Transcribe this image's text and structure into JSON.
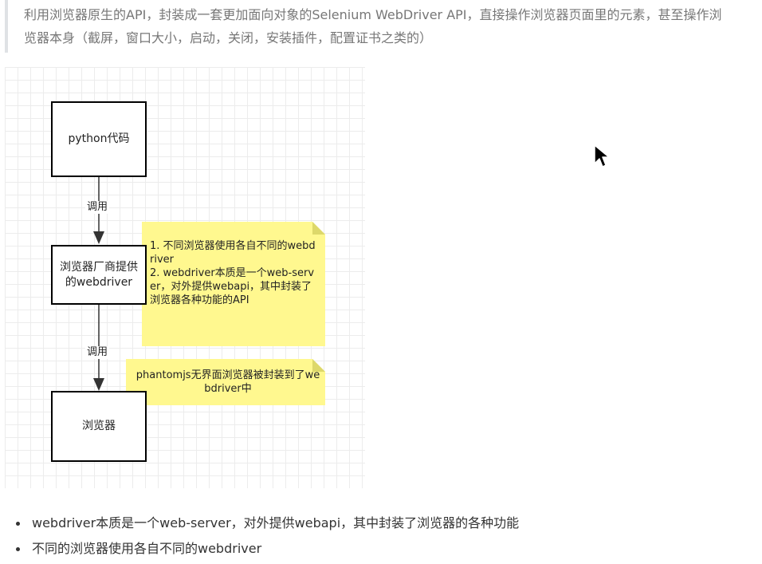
{
  "quote": {
    "text": "利用浏览器原生的API，封装成一套更加面向对象的Selenium WebDriver API，直接操作浏览器页面里的元素，甚至操作浏览器本身（截屏，窗口大小，启动，关闭，安装插件，配置证书之类的）"
  },
  "diagram": {
    "nodes": {
      "python_code": "python代码",
      "vendor_webdriver": "浏览器厂商提供的webdriver",
      "browser": "浏览器"
    },
    "edges": {
      "call_1": "调用",
      "call_2": "调用"
    },
    "notes": {
      "webdriver_note": "1. 不同浏览器使用各自不同的webdriver\n2. webdriver本质是一个web-server，对外提供webapi，其中封装了浏览器各种功能的API",
      "phantomjs_note": "phantomjs无界面浏览器被封装到了webdriver中"
    },
    "colors": {
      "note_fill": "#fff88f",
      "note_fold": "#ddd86a",
      "box_border": "#000000",
      "arrow": "#333333"
    }
  },
  "bullets": [
    "webdriver本质是一个web-server，对外提供webapi，其中封装了浏览器的各种功能",
    "不同的浏览器使用各自不同的webdriver"
  ],
  "cursor": {
    "icon": "mouse-pointer-icon"
  }
}
